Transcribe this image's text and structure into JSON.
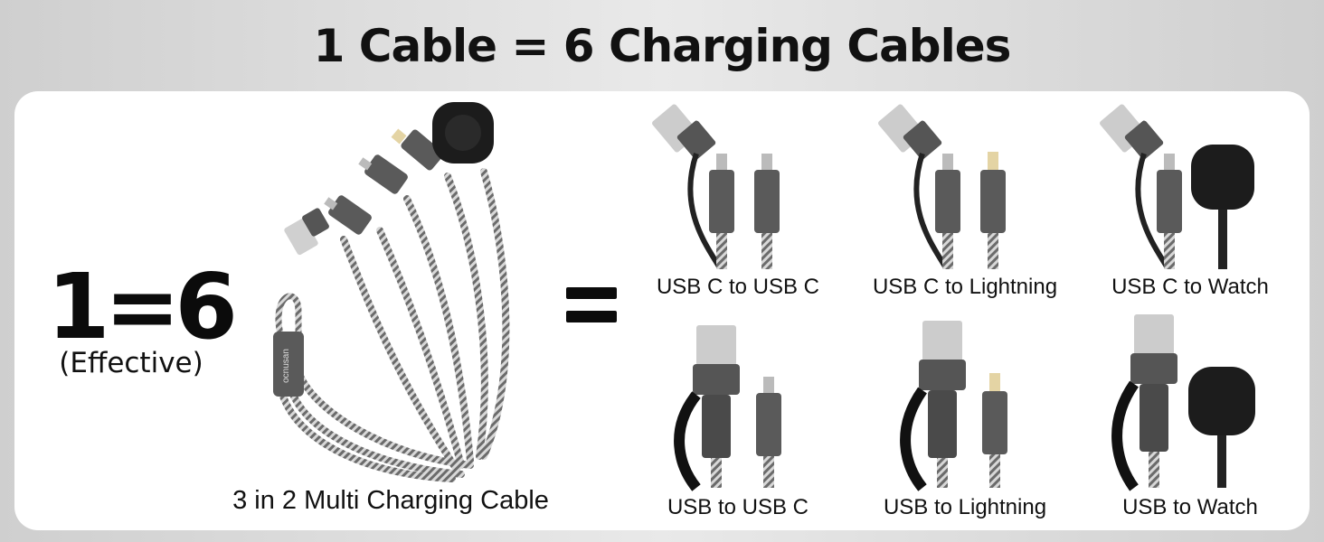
{
  "title": "1 Cable = 6 Charging Cables",
  "ratio": "1=6",
  "ratio_note": "(Effective)",
  "main_caption": "3 in 2 Multi Charging Cable",
  "equals_sign": "=",
  "brand_on_sleeve": "ocnusan",
  "variants": [
    {
      "label": "USB C to USB C"
    },
    {
      "label": "USB C to Lightning"
    },
    {
      "label": "USB C to Watch"
    },
    {
      "label": "USB to USB C"
    },
    {
      "label": "USB to Lightning"
    },
    {
      "label": "USB to Watch"
    }
  ],
  "colors": {
    "panel": "#ffffff",
    "background": "#d9d9d9",
    "connector": "#5a5a5a",
    "watch_puck": "#1c1c1c",
    "text": "#111111"
  }
}
